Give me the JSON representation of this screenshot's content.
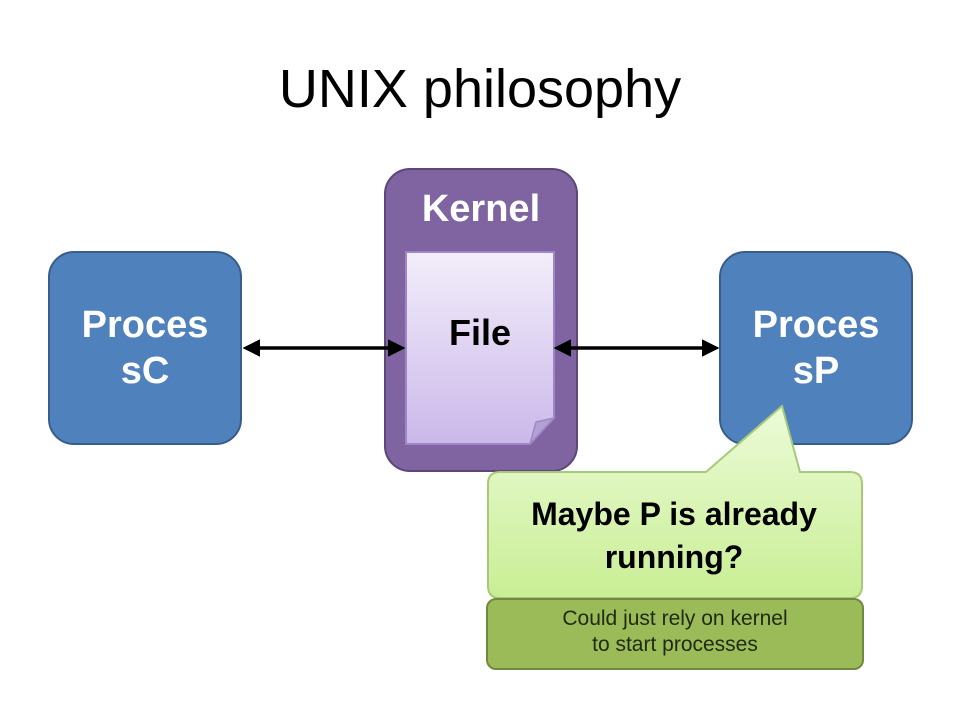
{
  "slide": {
    "title": "UNIX philosophy",
    "process_c": {
      "line1": "Proces",
      "line2": "sC"
    },
    "process_p": {
      "line1": "Proces",
      "line2": "sP"
    },
    "kernel_label": "Kernel",
    "file_label": "File",
    "callout": {
      "line1": "Maybe P is already",
      "line2": "running?"
    },
    "note": {
      "line1": "Could just rely on kernel",
      "line2": "to start processes"
    }
  },
  "colors": {
    "process_fill": "#4f81bd",
    "kernel_fill": "#8064a2",
    "file_fill": "#e3d9f3",
    "callout_fill": "#dcf5b9",
    "note_fill": "#9bbb59"
  }
}
